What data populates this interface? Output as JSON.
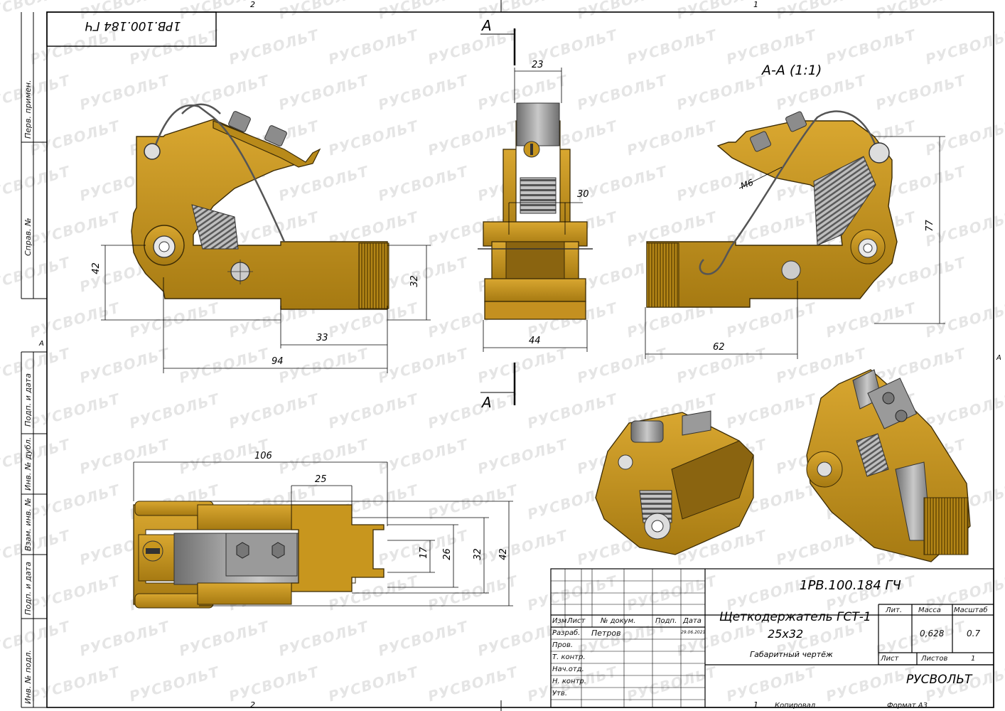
{
  "stamp": {
    "designation": "1РВ.100.184 ГЧ",
    "designation_rotated": "1РВ.100.184 ГЧ",
    "title_line1": "Щеткодержатель ГСТ-1",
    "title_line2": "25х32",
    "doc_type": "Габаритный чертёж",
    "company": "РУСВОЛЬТ",
    "copied": "Копировал",
    "format": "Формат А3",
    "header_labels": [
      "Изм.",
      "Лист",
      "№ докум.",
      "Подп.",
      "Дата"
    ],
    "row_labels": [
      "Разраб.",
      "Пров.",
      "Т. контр.",
      "Нач.отд.",
      "Н. контр.",
      "Утв."
    ],
    "developer": "Петров",
    "date": "29.06.2021",
    "lit_label": "Лит.",
    "mass_label": "Масса",
    "scale_label": "Масштаб",
    "mass_value": "0,628",
    "scale_value": "0.7",
    "sheet_label": "Лист",
    "sheets_label": "Листов",
    "sheets_value": "1"
  },
  "side_labels": [
    "Перв. примен.",
    "Справ. №",
    "Подп. и дата",
    "Инв. № дубл.",
    "Взам. инв. №",
    "Подп. и дата",
    "Инв. № подл."
  ],
  "zone_marks": {
    "top_left": "2",
    "top_right": "1",
    "bottom_left": "2",
    "bottom_right": "1",
    "left": "А",
    "right": "А"
  },
  "section": {
    "title": "А-А (1:1)",
    "letter": "А",
    "thread": "М6"
  },
  "dimensions": {
    "front_height": "42",
    "front_body": "32",
    "front_len1": "33",
    "front_len2": "94",
    "mid_top": "23",
    "mid_inner": "30",
    "mid_width": "44",
    "right_height": "77",
    "right_len": "62",
    "plan_len": "106",
    "plan_window": "25",
    "plan_h1": "17",
    "plan_h2": "26",
    "plan_h3": "32",
    "plan_h4": "42"
  },
  "watermark": "РУСВОЛЬТ",
  "colors": {
    "brass": "#C8961E",
    "brass_dark": "#8A6410",
    "steel": "#9A9A9A",
    "steel_dark": "#5A5A5A"
  }
}
